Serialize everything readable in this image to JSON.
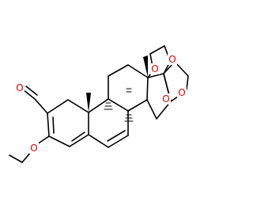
{
  "colors": {
    "bond": "#000000",
    "oxygen": "#e00000",
    "background": "#ffffff"
  },
  "molecule": {
    "atoms": [
      {
        "id": "O_ald",
        "label": "O"
      },
      {
        "id": "O_eth",
        "label": "O"
      },
      {
        "id": "O_a",
        "label": "O"
      },
      {
        "id": "O_b",
        "label": "O"
      },
      {
        "id": "O_c",
        "label": "O"
      },
      {
        "id": "O_d",
        "label": "O"
      }
    ]
  }
}
